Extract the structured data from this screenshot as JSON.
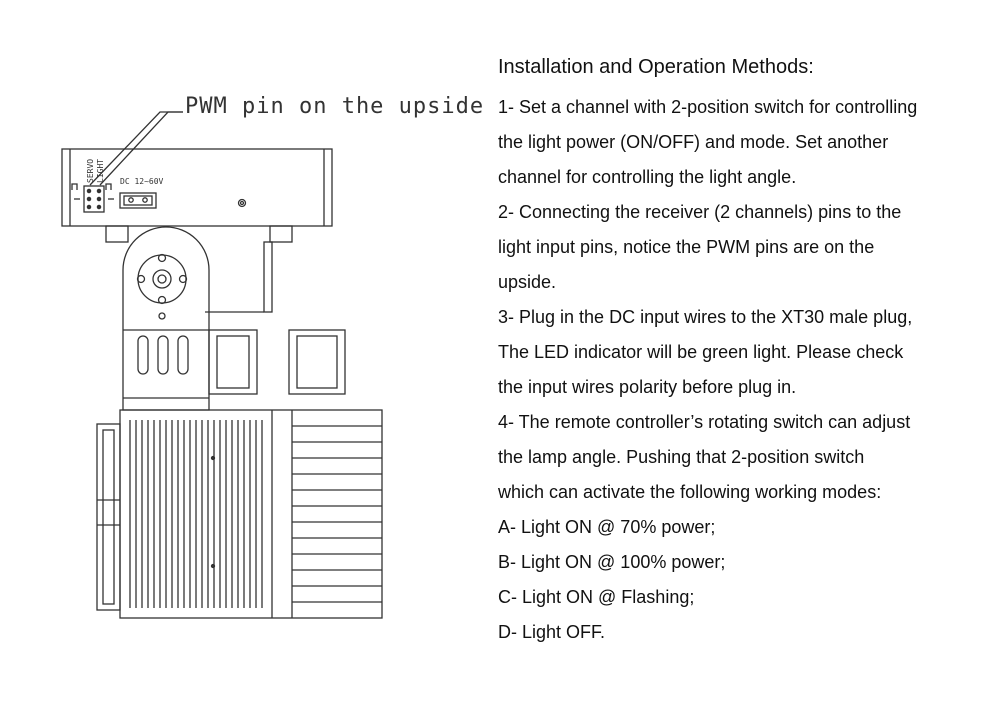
{
  "diagram": {
    "callout_label": "PWM pin on the upside",
    "servo_label": "SERVO",
    "light_label": "LIGHT",
    "dc_label": "DC 12~60V"
  },
  "instructions": {
    "heading": "Installation and Operation Methods:",
    "lines": [
      "1- Set a channel with 2-position switch for controlling",
      "the light power (ON/OFF) and mode. Set another",
      "channel for controlling the light angle.",
      "2- Connecting the receiver (2 channels) pins to the",
      "light input pins, notice the PWM pins are on the",
      "upside.",
      "3- Plug in the DC input wires to the XT30 male plug,",
      "The LED indicator will be green light. Please check",
      "the input wires polarity before plug in.",
      "4- The remote controller’s rotating switch can adjust",
      "the lamp angle. Pushing that 2-position switch",
      "which can activate the following working modes:",
      "A- Light ON @ 70% power;",
      "B- Light ON @ 100% power;",
      "C- Light ON @ Flashing;",
      "D- Light OFF."
    ]
  }
}
